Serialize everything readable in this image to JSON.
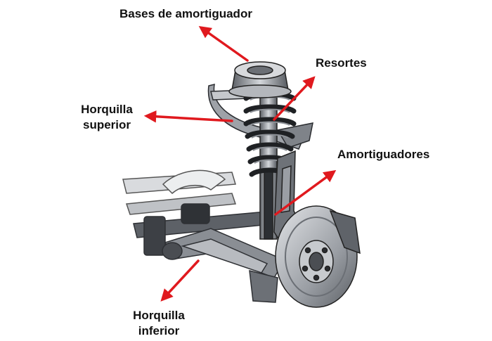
{
  "diagram": {
    "labels": {
      "shock_mounts": "Bases de amortiguador",
      "springs": "Resortes",
      "upper_arm_line1": "Horquilla",
      "upper_arm_line2": "superior",
      "shock_absorbers": "Amortiguadores",
      "lower_arm_line1": "Horquilla",
      "lower_arm_line2": "inferior"
    },
    "colors": {
      "arrow": "#e0191e",
      "text": "#111111",
      "metal_dark": "#3a3d42",
      "metal_mid": "#7b8088",
      "metal_light": "#c9ccd0"
    },
    "illustration": "car-front-suspension-assembly"
  }
}
